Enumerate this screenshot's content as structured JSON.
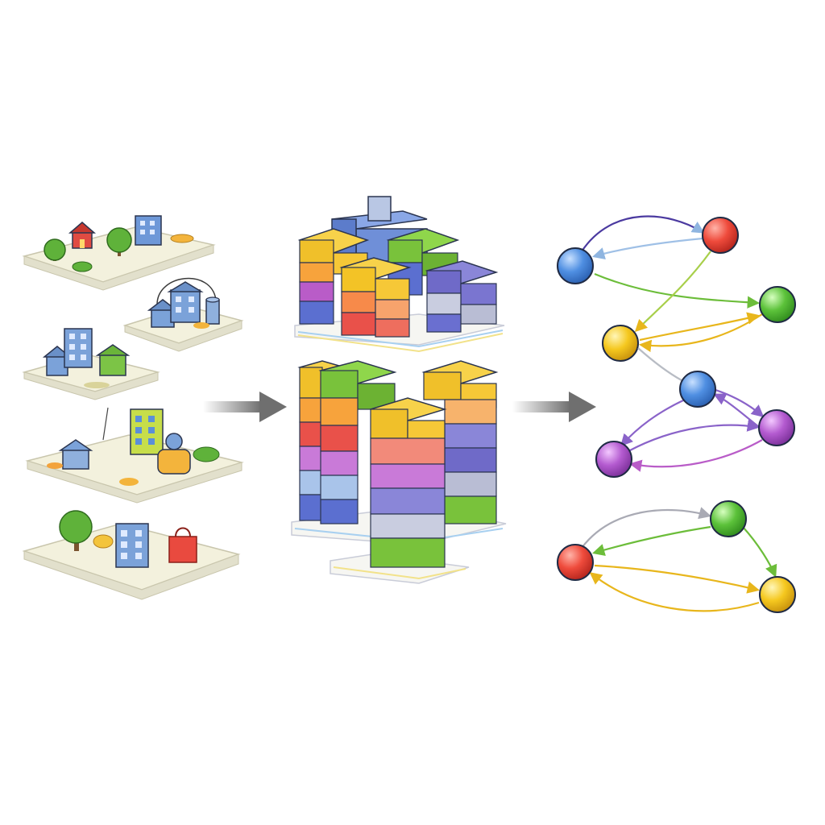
{
  "diagram": {
    "stages": [
      {
        "id": "scenes",
        "kind": "map-tiles",
        "count": 5
      },
      {
        "id": "stacks",
        "kind": "layered-block-towers",
        "count": 2
      },
      {
        "id": "graphs",
        "kind": "node-graphs",
        "count": 3
      }
    ],
    "flow": [
      "scenes",
      "stacks",
      "graphs"
    ],
    "colors": {
      "red": "#e94a3f",
      "yellow": "#f3c623",
      "orange": "#f7a33c",
      "green": "#6fc23b",
      "blue": "#5b8fd9",
      "purple": "#8a63c9",
      "magenta": "#b95cc8",
      "gray": "#b8bcc4",
      "tile": "#f3f1dd",
      "arrow": "#777777",
      "outline": "#2b3550"
    },
    "graphs": [
      {
        "nodes": [
          {
            "id": "a",
            "color": "blue"
          },
          {
            "id": "b",
            "color": "red"
          },
          {
            "id": "c",
            "color": "green"
          },
          {
            "id": "d",
            "color": "yellow"
          }
        ],
        "edges": [
          [
            "a",
            "b"
          ],
          [
            "b",
            "a"
          ],
          [
            "a",
            "c"
          ],
          [
            "c",
            "a"
          ],
          [
            "b",
            "d"
          ],
          [
            "d",
            "c"
          ],
          [
            "c",
            "d"
          ]
        ]
      },
      {
        "nodes": [
          {
            "id": "a",
            "color": "blue"
          },
          {
            "id": "b",
            "color": "magenta"
          },
          {
            "id": "c",
            "color": "magenta"
          }
        ],
        "edges": [
          [
            "a",
            "b"
          ],
          [
            "b",
            "a"
          ],
          [
            "a",
            "c"
          ],
          [
            "c",
            "b"
          ],
          [
            "b",
            "c"
          ]
        ]
      },
      {
        "nodes": [
          {
            "id": "a",
            "color": "red"
          },
          {
            "id": "b",
            "color": "green"
          },
          {
            "id": "c",
            "color": "yellow"
          }
        ],
        "edges": [
          [
            "a",
            "b"
          ],
          [
            "b",
            "a"
          ],
          [
            "b",
            "c"
          ],
          [
            "a",
            "c"
          ],
          [
            "c",
            "a"
          ]
        ]
      }
    ]
  }
}
